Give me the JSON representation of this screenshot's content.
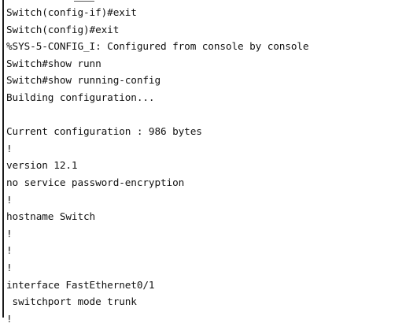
{
  "terminal": {
    "lines": [
      "Switch(config-if)#exit",
      "Switch(config)#exit",
      "%SYS-5-CONFIG_I: Configured from console by console",
      "Switch#show runn",
      "Switch#show running-config",
      "Building configuration...",
      "",
      "Current configuration : 986 bytes",
      "!",
      "version 12.1",
      "no service password-encryption",
      "!",
      "hostname Switch",
      "!",
      "!",
      "!",
      "interface FastEthernet0/1",
      " switchport mode trunk",
      "!"
    ]
  }
}
